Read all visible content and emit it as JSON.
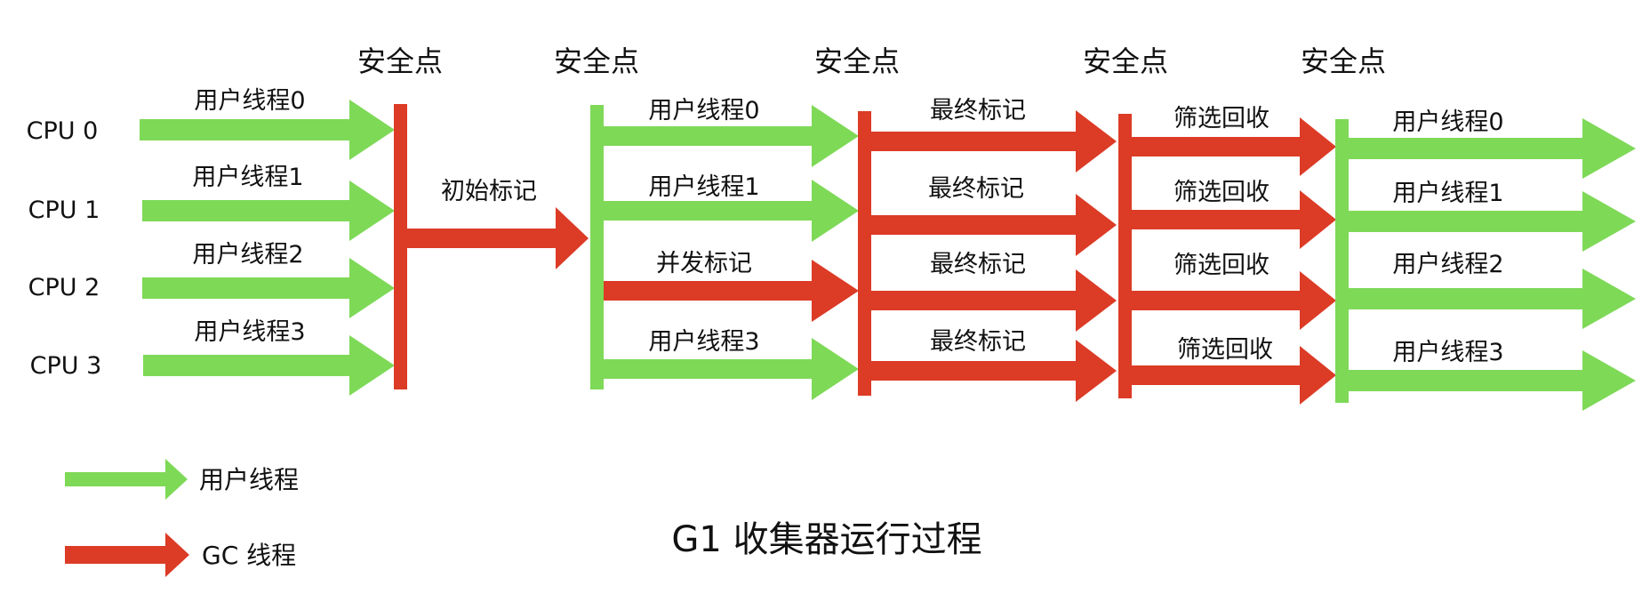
{
  "colors": {
    "user_thread": "#7ED957",
    "gc_thread": "#DC3B26",
    "text": "#111111",
    "background": "#FFFFFF"
  },
  "cpus": [
    "CPU 0",
    "CPU 1",
    "CPU 2",
    "CPU 3"
  ],
  "safepoints": [
    "安全点",
    "安全点",
    "安全点",
    "安全点",
    "安全点"
  ],
  "phase1": {
    "labels": [
      "用户线程0",
      "用户线程1",
      "用户线程2",
      "用户线程3"
    ],
    "thread_types": [
      "user",
      "user",
      "user",
      "user"
    ]
  },
  "phase2": {
    "label": "初始标记",
    "thread_type": "gc"
  },
  "phase3": {
    "labels": [
      "用户线程0",
      "用户线程1",
      "并发标记",
      "用户线程3"
    ],
    "thread_types": [
      "user",
      "user",
      "gc",
      "user"
    ]
  },
  "phase4": {
    "labels": [
      "最终标记",
      "最终标记",
      "最终标记",
      "最终标记"
    ],
    "thread_types": [
      "gc",
      "gc",
      "gc",
      "gc"
    ]
  },
  "phase5": {
    "labels": [
      "筛选回收",
      "筛选回收",
      "筛选回收",
      "筛选回收"
    ],
    "thread_types": [
      "gc",
      "gc",
      "gc",
      "gc"
    ]
  },
  "phase6": {
    "labels": [
      "用户线程0",
      "用户线程1",
      "用户线程2",
      "用户线程3"
    ],
    "thread_types": [
      "user",
      "user",
      "user",
      "user"
    ]
  },
  "legend": {
    "user": "用户线程",
    "gc": "GC 线程"
  },
  "title": "G1 收集器运行过程"
}
